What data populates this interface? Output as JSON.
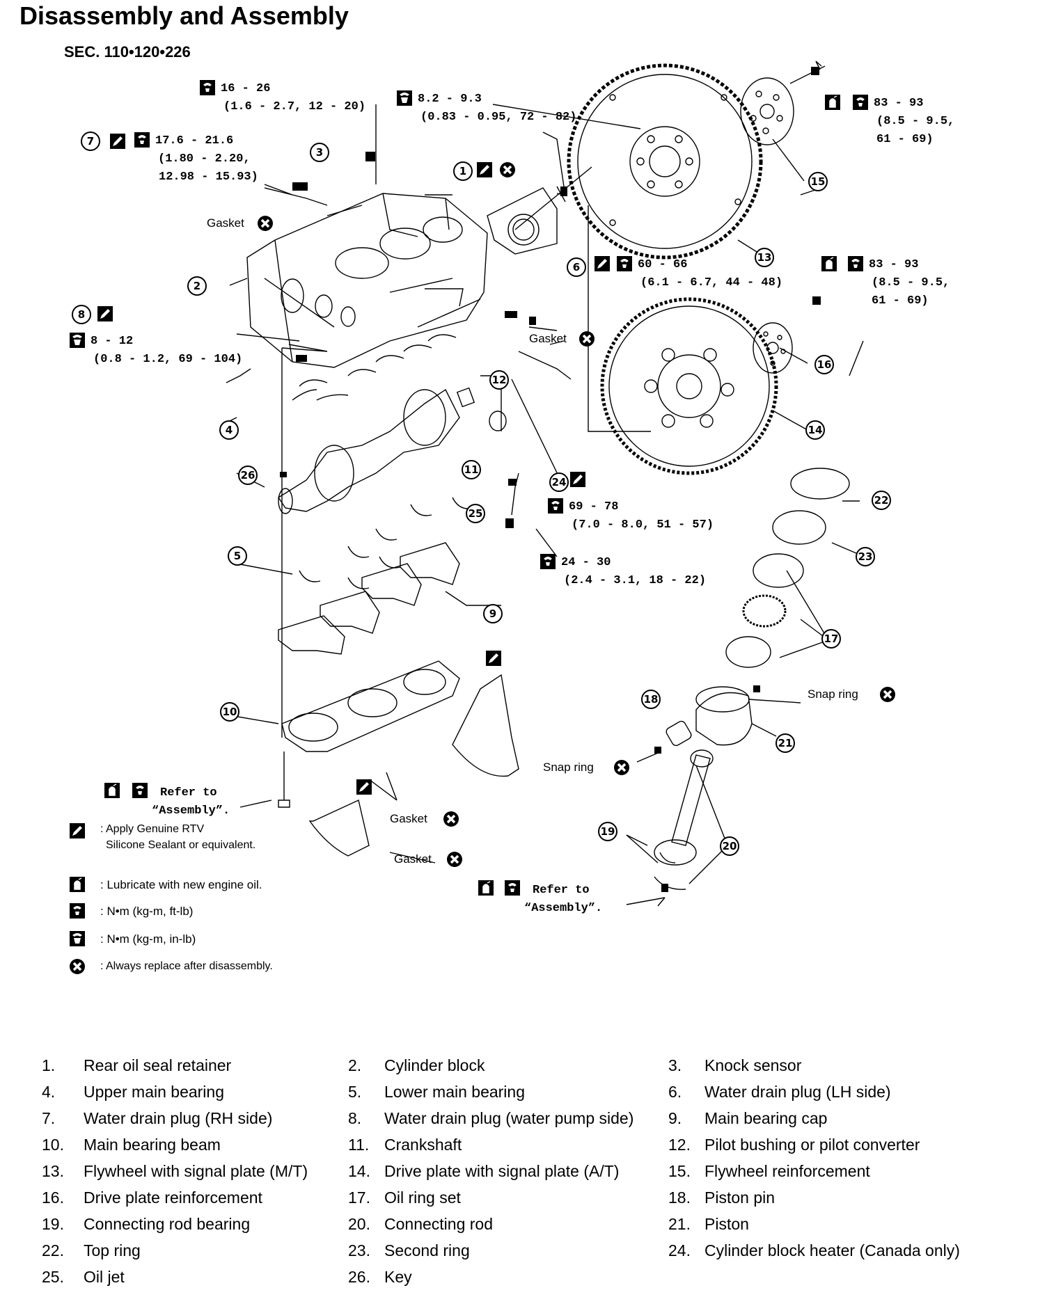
{
  "title": "Disassembly and Assembly",
  "section": "SEC. 110•120•226",
  "torque_specs": {
    "knock_sensor": [
      "16 - 26",
      "(1.6 - 2.7, 12 - 20)"
    ],
    "rh_plug": [
      "17.6 - 21.6",
      "(1.80 - 2.20,",
      "12.98 - 15.93)"
    ],
    "retainer_bolt": [
      "8.2 - 9.3",
      "(0.83 - 0.95, 72 - 82)"
    ],
    "flywheel_bolt": [
      "83 - 93",
      "(8.5 - 9.5,",
      "61 - 69)"
    ],
    "drive_plate_bolt": [
      "83 - 93",
      "(8.5 - 9.5,",
      "61 - 69)"
    ],
    "lh_plug": [
      "60 - 66",
      "(6.1 - 6.7, 44 - 48)"
    ],
    "wp_plug": [
      "8 - 12",
      "(0.8 - 1.2, 69 - 104)"
    ],
    "heater": [
      "69 - 78",
      "(7.0 - 8.0, 51 - 57)"
    ],
    "oil_jet": [
      "24 - 30",
      "(2.4 - 3.1, 18 - 22)"
    ]
  },
  "callout_texts": {
    "gasket": "Gasket",
    "snap_ring": "Snap  ring",
    "refer_to": "Refer  to",
    "assembly": "“Assembly”."
  },
  "callouts": [
    "1",
    "2",
    "3",
    "4",
    "5",
    "6",
    "7",
    "8",
    "9",
    "10",
    "11",
    "12",
    "13",
    "14",
    "15",
    "16",
    "17",
    "18",
    "19",
    "20",
    "21",
    "22",
    "23",
    "24",
    "25",
    "26"
  ],
  "legend": [
    {
      "icon": "sealant-icon",
      "text": ": Apply Genuine RTV",
      "text2": "Silicone Sealant or equivalent."
    },
    {
      "icon": "oil-icon",
      "text": ": Lubricate  with  new  engine  oil."
    },
    {
      "icon": "torque-ftlb-icon",
      "text": ": N•m  (kg-m,  ft-lb)"
    },
    {
      "icon": "torque-inlb-icon",
      "text": ": N•m  (kg-m,  in-lb)"
    },
    {
      "icon": "replace-icon",
      "text": ": Always replace after disassembly."
    }
  ],
  "parts": [
    [
      "1.",
      "Rear oil seal retainer",
      "2.",
      "Cylinder block",
      "3.",
      "Knock sensor"
    ],
    [
      "4.",
      "Upper main bearing",
      "5.",
      "Lower main bearing",
      "6.",
      "Water drain plug (LH side)"
    ],
    [
      "7.",
      "Water drain plug (RH side)",
      "8.",
      "Water drain plug (water pump side)",
      "9.",
      "Main bearing cap"
    ],
    [
      "10.",
      "Main bearing beam",
      "11.",
      "Crankshaft",
      "12.",
      "Pilot bushing or pilot converter"
    ],
    [
      "13.",
      "Flywheel with signal plate (M/T)",
      "14.",
      "Drive plate with signal plate (A/T)",
      "15.",
      "Flywheel reinforcement"
    ],
    [
      "16.",
      "Drive plate reinforcement",
      "17.",
      "Oil ring set",
      "18.",
      "Piston pin"
    ],
    [
      "19.",
      "Connecting rod bearing",
      "20.",
      "Connecting rod",
      "21.",
      "Piston"
    ],
    [
      "22.",
      "Top ring",
      "23.",
      "Second ring",
      "24.",
      "Cylinder block heater (Canada only)"
    ],
    [
      "25.",
      "Oil jet",
      "26.",
      "Key",
      "",
      ""
    ]
  ]
}
